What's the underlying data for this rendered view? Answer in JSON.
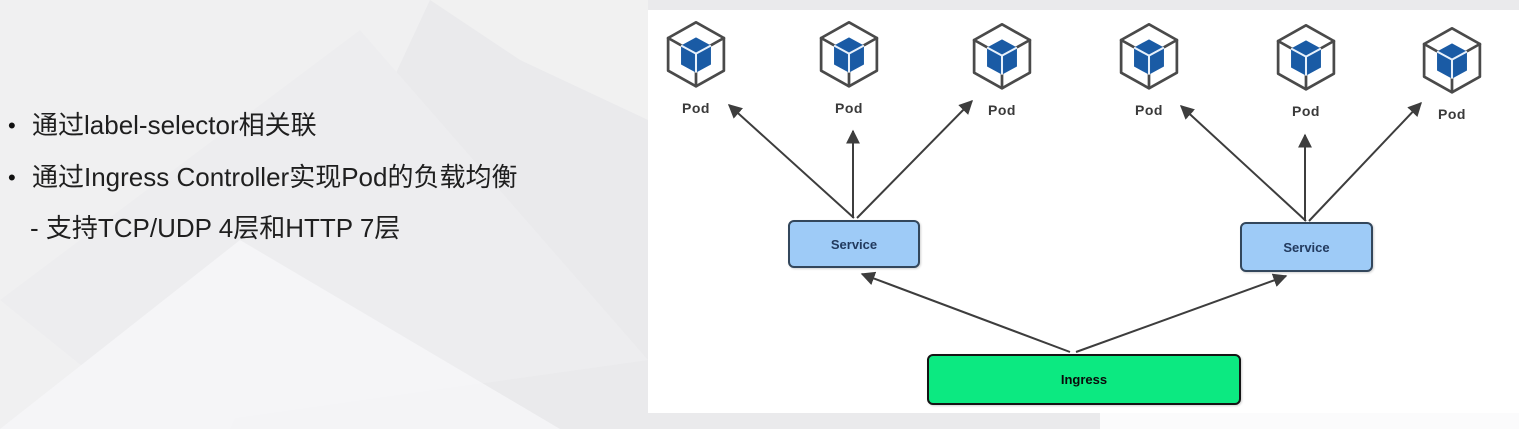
{
  "slide": {
    "bullets": [
      {
        "marker": "•",
        "text": "通过label-selector相关联"
      },
      {
        "marker": "•",
        "text": "通过Ingress Controller实现Pod的负载均衡"
      },
      {
        "marker": "",
        "text": "- 支持TCP/UDP 4层和HTTP 7层"
      }
    ]
  },
  "diagram": {
    "pods": [
      {
        "label": "Pod"
      },
      {
        "label": "Pod"
      },
      {
        "label": "Pod"
      },
      {
        "label": "Pod"
      },
      {
        "label": "Pod"
      },
      {
        "label": "Pod"
      }
    ],
    "services": [
      {
        "label": "Service"
      },
      {
        "label": "Service"
      }
    ],
    "ingress": {
      "label": "Ingress"
    }
  },
  "colors": {
    "pod-cube-blue": "#1A5BA5",
    "pod-wire-gray": "#4A4A4A",
    "service-fill": "#9ECBF7",
    "service-border": "#33475C",
    "service-text": "#223A5E",
    "ingress-fill": "#0CE981",
    "ingress-border": "#141414",
    "arrow-color": "#3D3D3D",
    "text-color": "#1F1F1F",
    "slide-bg": "#EAEAEC"
  }
}
